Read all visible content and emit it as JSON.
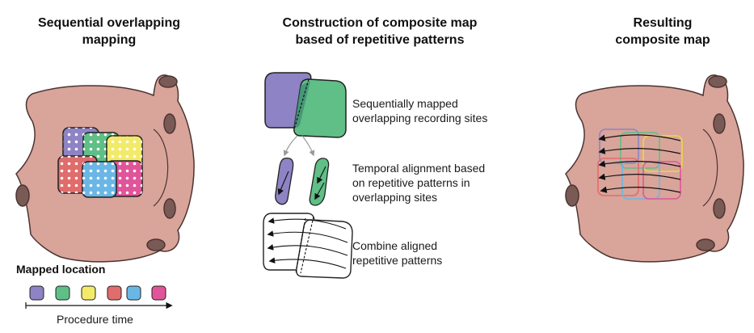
{
  "titles": {
    "left_line1": "Sequential overlapping",
    "left_line2": "mapping",
    "middle_line1": "Construction of composite map",
    "middle_line2": "based of repetitive patterns",
    "right_line1": "Resulting",
    "right_line2": "composite map"
  },
  "steps": [
    {
      "line1": "Sequentially mapped",
      "line2": "overlapping recording sites"
    },
    {
      "line1": "Temporal alignment based",
      "line2": "on repetitive patterns in",
      "line3": "overlapping sites"
    },
    {
      "line1": "Combine aligned",
      "line2": "repetitive patterns"
    }
  ],
  "legend": {
    "title": "Mapped location",
    "timeline_label": "Procedure time",
    "colors": [
      "#8e83c4",
      "#5fbf86",
      "#f3ea6a",
      "#e06c6c",
      "#6ab7e6",
      "#e0559a"
    ]
  },
  "colors": {
    "heart_fill": "#d9a49a",
    "heart_stroke": "#4a3532",
    "vein_inner": "#7a5a55",
    "purple": "#8e83c4",
    "green": "#5fbf86",
    "yellow": "#f3ea6a",
    "red": "#e06c6c",
    "blue": "#6ab7e6",
    "pink": "#e0559a"
  }
}
